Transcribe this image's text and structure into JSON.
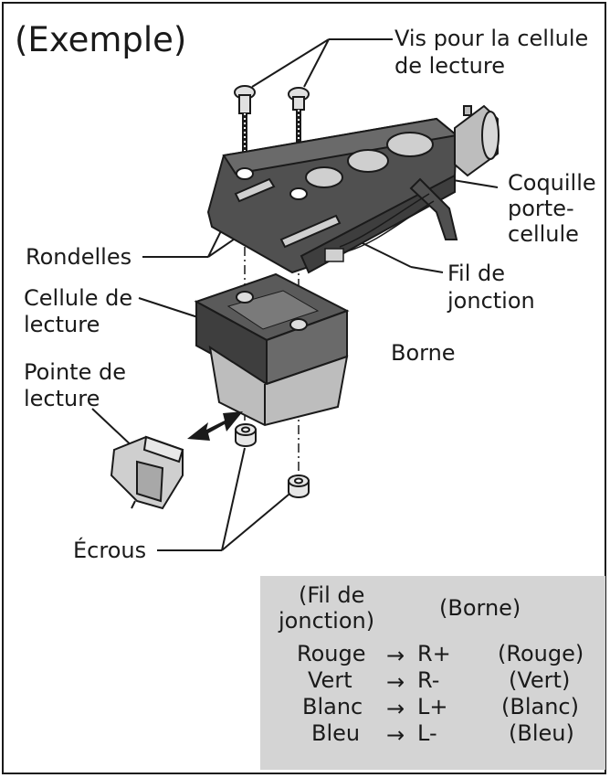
{
  "title": "(Exemple)",
  "labels": {
    "screws": [
      "Vis pour la cellule",
      "de lecture"
    ],
    "headshell": [
      "Coquille",
      "porte-",
      "cellule"
    ],
    "washers": "Rondelles",
    "lead_wire": [
      "Fil de",
      "jonction"
    ],
    "cartridge": [
      "Cellule de",
      "lecture"
    ],
    "terminal": "Borne",
    "stylus": [
      "Pointe de",
      "lecture"
    ],
    "nuts": "Écrous"
  },
  "wiring_table": {
    "header_left": [
      "(Fil de",
      "jonction)"
    ],
    "header_right": "(Borne)",
    "rows": [
      {
        "wire": "Rouge",
        "arrow": "→",
        "terminal": "R+",
        "color": "(Rouge)"
      },
      {
        "wire": "Vert",
        "arrow": "→",
        "terminal": "R-",
        "color": "(Vert)"
      },
      {
        "wire": "Blanc",
        "arrow": "→",
        "terminal": "L+",
        "color": "(Blanc)"
      },
      {
        "wire": "Bleu",
        "arrow": "→",
        "terminal": "L-",
        "color": "(Bleu)"
      }
    ]
  },
  "colors": {
    "ink": "#1a1a1a",
    "panel": "#d4d4d4",
    "dark_part": "#505050",
    "light_part": "#bdbdbd"
  }
}
